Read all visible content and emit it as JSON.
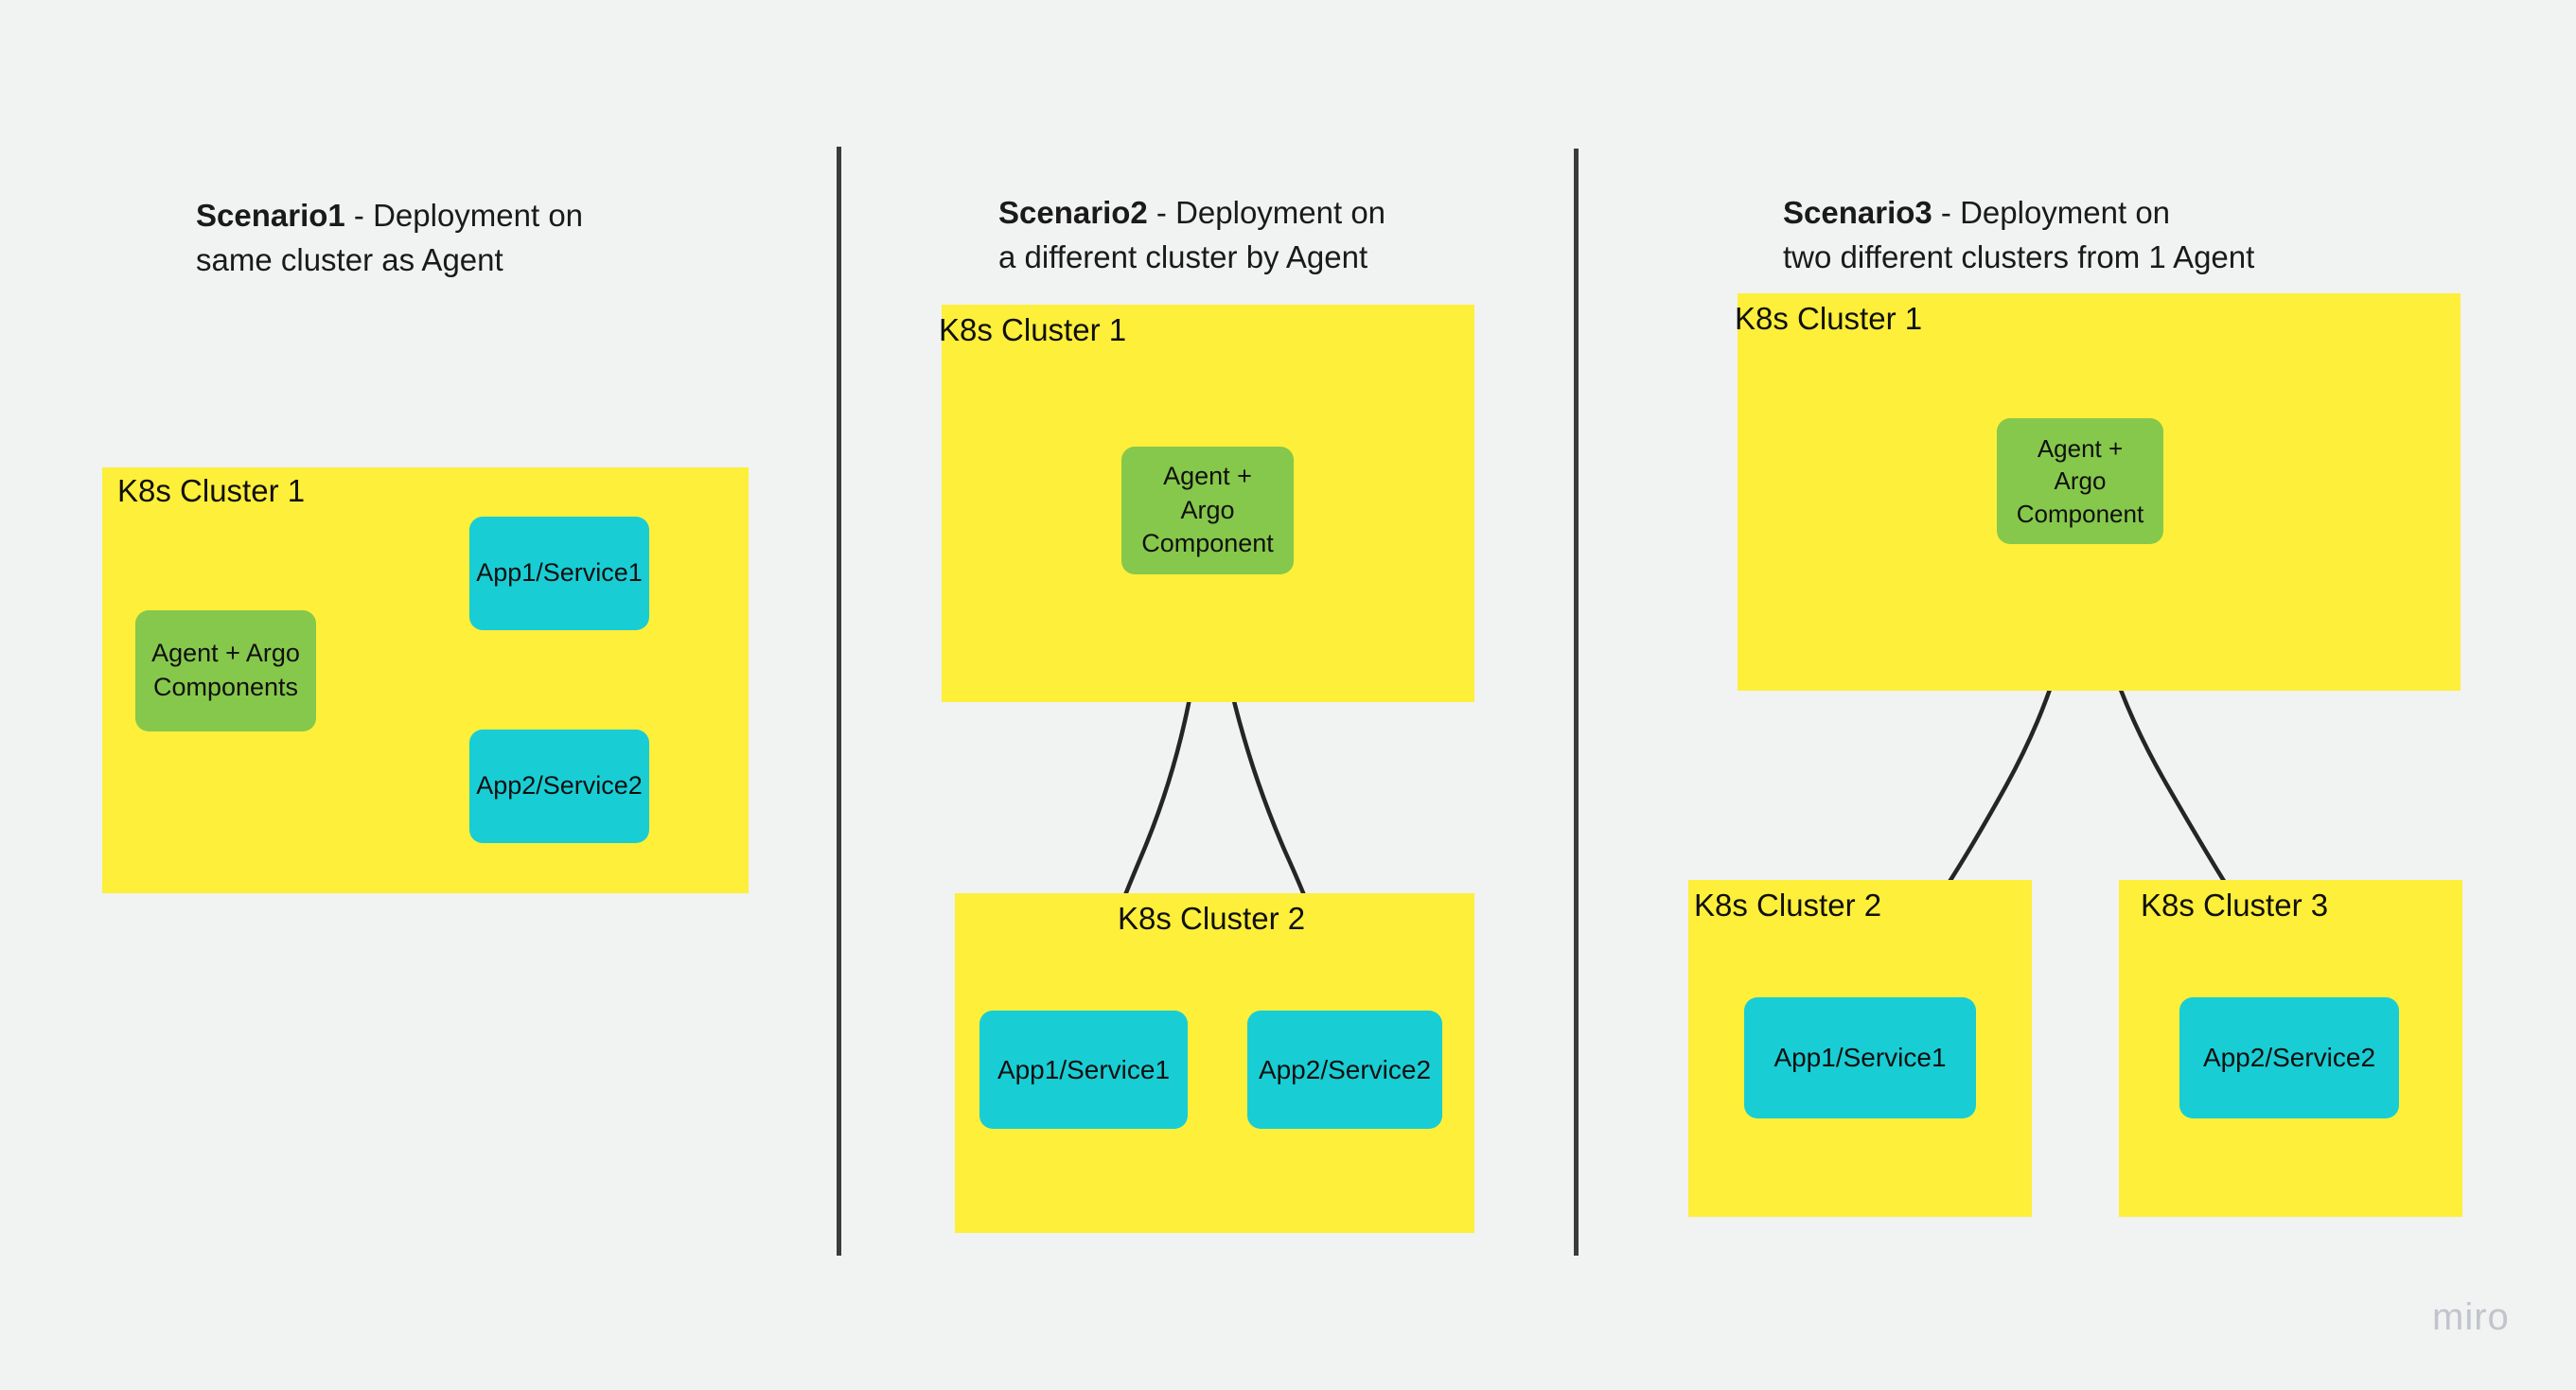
{
  "board": {
    "background_color": "#f1f2f2",
    "watermark": "miro"
  },
  "palette": {
    "cluster_yellow": "#fdef3a",
    "agent_green": "#86c84b",
    "app_cyan": "#19cdd4",
    "arrow_dark": "#252525",
    "divider_dark": "#3b3b3d",
    "text_dark": "#101010",
    "watermark_gray": "#c2c4cc"
  },
  "scenarios": [
    {
      "id": "scenario1",
      "title_strong": "Scenario1",
      "title_rest": " - Deployment on\nsame cluster as Agent",
      "clusters": [
        {
          "id": "s1-cluster1",
          "label": "K8s Cluster 1"
        }
      ],
      "nodes": [
        {
          "id": "s1-agent",
          "label": "Agent + Argo\nComponents",
          "kind": "agent"
        },
        {
          "id": "s1-app1",
          "label": "App1/Service1",
          "kind": "app"
        },
        {
          "id": "s1-app2",
          "label": "App2/Service2",
          "kind": "app"
        }
      ],
      "edges": [
        {
          "from": "s1-agent",
          "to": "s1-app1"
        },
        {
          "from": "s1-agent",
          "to": "s1-app2"
        }
      ]
    },
    {
      "id": "scenario2",
      "title_strong": "Scenario2",
      "title_rest": " - Deployment on\na different cluster by Agent",
      "clusters": [
        {
          "id": "s2-cluster1",
          "label": "K8s Cluster 1"
        },
        {
          "id": "s2-cluster2",
          "label": "K8s Cluster 2"
        }
      ],
      "nodes": [
        {
          "id": "s2-agent",
          "label": "Agent +\nArgo\nComponent",
          "kind": "agent"
        },
        {
          "id": "s2-app1",
          "label": "App1/Service1",
          "kind": "app"
        },
        {
          "id": "s2-app2",
          "label": "App2/Service2",
          "kind": "app"
        }
      ],
      "edges": [
        {
          "from": "s2-agent",
          "to": "s2-app1"
        },
        {
          "from": "s2-agent",
          "to": "s2-app2"
        }
      ]
    },
    {
      "id": "scenario3",
      "title_strong": "Scenario3",
      "title_rest": " - Deployment on\ntwo different clusters from 1 Agent",
      "clusters": [
        {
          "id": "s3-cluster1",
          "label": "K8s Cluster 1"
        },
        {
          "id": "s3-cluster2",
          "label": "K8s Cluster 2"
        },
        {
          "id": "s3-cluster3",
          "label": "K8s Cluster 3"
        }
      ],
      "nodes": [
        {
          "id": "s3-agent",
          "label": "Agent +\nArgo\nComponent",
          "kind": "agent"
        },
        {
          "id": "s3-app1",
          "label": "App1/Service1",
          "kind": "app"
        },
        {
          "id": "s3-app2",
          "label": "App2/Service2",
          "kind": "app"
        }
      ],
      "edges": [
        {
          "from": "s3-agent",
          "to": "s3-app1"
        },
        {
          "from": "s3-agent",
          "to": "s3-app2"
        }
      ]
    }
  ]
}
